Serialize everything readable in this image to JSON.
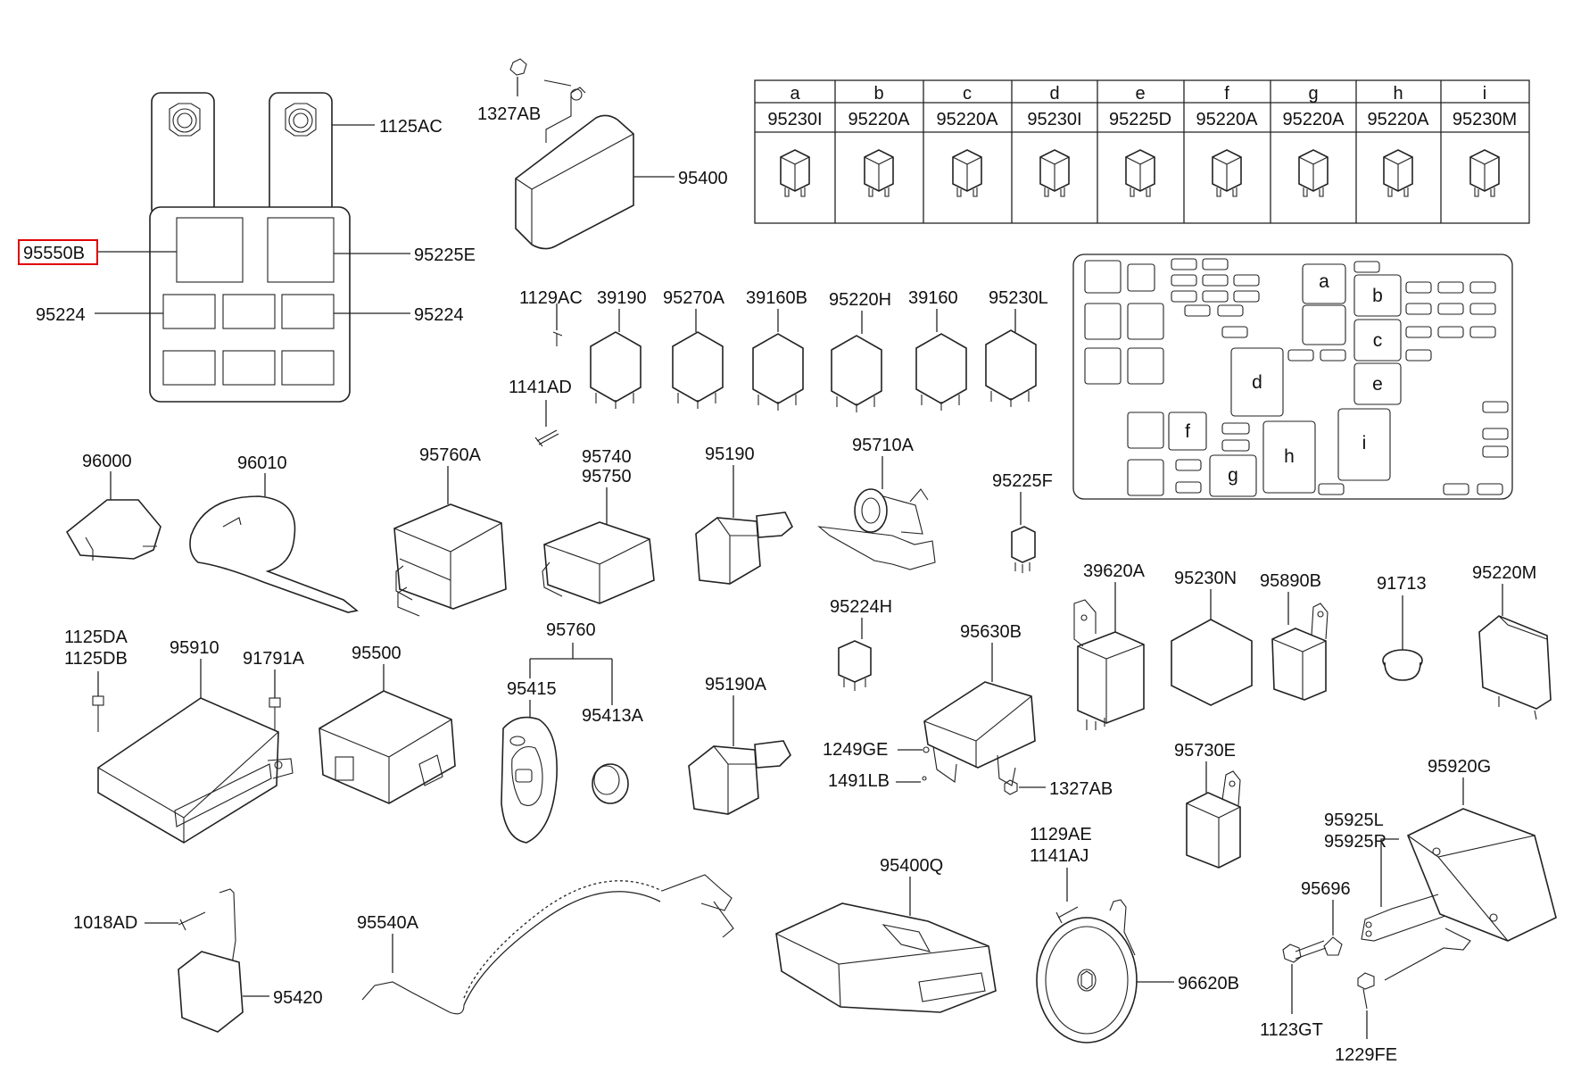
{
  "labels": {
    "p95550B": "95550B",
    "p1125AC": "1125AC",
    "p95225E": "95225E",
    "p95224_left": "95224",
    "p95224_right": "95224",
    "p1327AB_top": "1327AB",
    "p95400": "95400",
    "p1129AC": "1129AC",
    "p39190": "39190",
    "p95270A": "95270A",
    "p39160B": "39160B",
    "p95220H": "95220H",
    "p39160": "39160",
    "p95230L": "95230L",
    "p1141AD": "1141AD",
    "p96000": "96000",
    "p96010": "96010",
    "p95760A": "95760A",
    "p95740": "95740",
    "p95750": "95750",
    "p95190": "95190",
    "p95710A": "95710A",
    "p95225F": "95225F",
    "p39620A": "39620A",
    "p95230N": "95230N",
    "p95890B": "95890B",
    "p91713": "91713",
    "p95220M": "95220M",
    "p1125DA": "1125DA",
    "p1125DB": "1125DB",
    "p95910": "95910",
    "p91791A": "91791A",
    "p95500": "95500",
    "p95760": "95760",
    "p95415": "95415",
    "p95413A": "95413A",
    "p95190A": "95190A",
    "p95224H": "95224H",
    "p95630B": "95630B",
    "p1249GE": "1249GE",
    "p1491LB": "1491LB",
    "p1327AB_mid": "1327AB",
    "p95730E": "95730E",
    "p95920G": "95920G",
    "p95925L": "95925L",
    "p95925R": "95925R",
    "p95696": "95696",
    "p1129AE": "1129AE",
    "p1141AJ": "1141AJ",
    "p95400Q": "95400Q",
    "p1018AD": "1018AD",
    "p95540A": "95540A",
    "p95420": "95420",
    "p96620B": "96620B",
    "p1123GT": "1123GT",
    "p1229FE": "1229FE"
  },
  "relay_table": {
    "letters": [
      "a",
      "b",
      "c",
      "d",
      "e",
      "f",
      "g",
      "h",
      "i"
    ],
    "parts": [
      "95230I",
      "95220A",
      "95220A",
      "95230I",
      "95225D",
      "95220A",
      "95220A",
      "95220A",
      "95230M"
    ]
  },
  "fusebox_slots": [
    "a",
    "b",
    "c",
    "d",
    "e",
    "f",
    "g",
    "h",
    "i"
  ],
  "highlight_color": "#e00000"
}
